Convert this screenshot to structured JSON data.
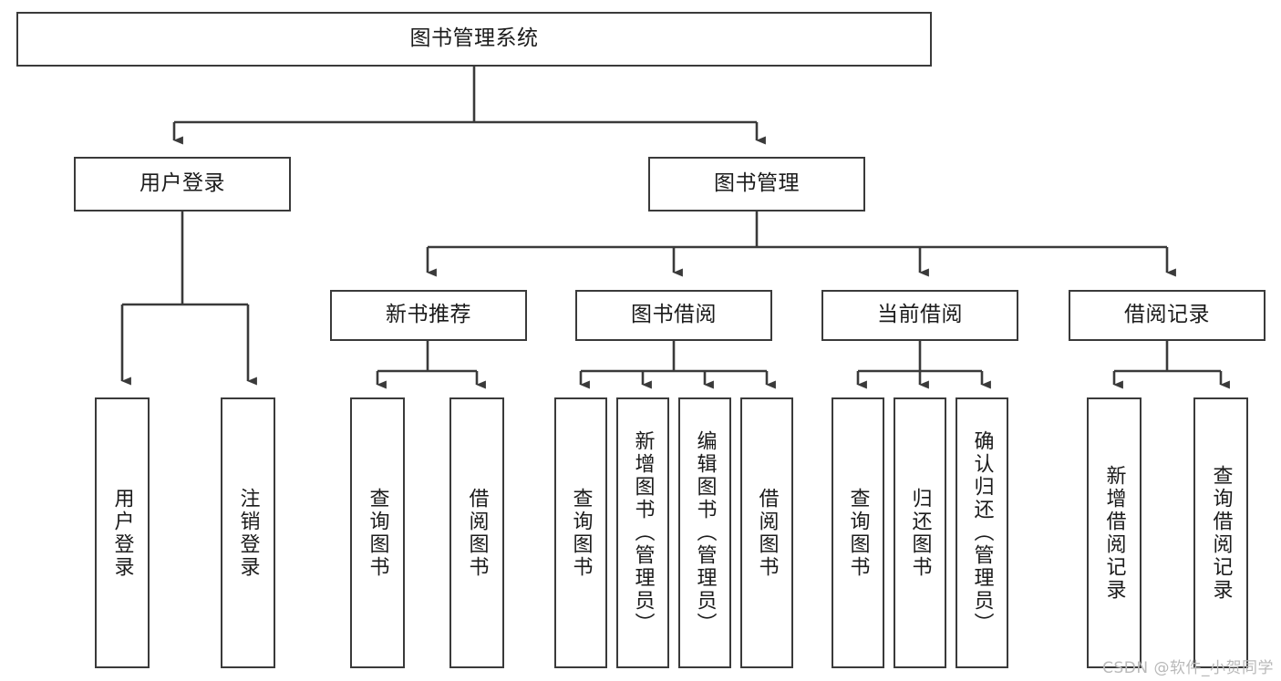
{
  "diagram": {
    "title": "图书管理系统",
    "type": "tree",
    "background": "#ffffff",
    "stroke_color": "#3a3a3a",
    "text_color": "#1b1b1b"
  },
  "nodes": {
    "root": {
      "label": "图书管理系统",
      "level": 0,
      "orientation": "horizontal"
    },
    "level1": [
      {
        "id": "user-login",
        "label": "用户登录",
        "orientation": "horizontal"
      },
      {
        "id": "book-manage",
        "label": "图书管理",
        "orientation": "horizontal"
      }
    ],
    "level2": [
      {
        "id": "new-book-recommend",
        "label": "新书推荐",
        "orientation": "horizontal"
      },
      {
        "id": "book-borrow",
        "label": "图书借阅",
        "orientation": "horizontal"
      },
      {
        "id": "current-borrow",
        "label": "当前借阅",
        "orientation": "horizontal"
      },
      {
        "id": "borrow-record",
        "label": "借阅记录",
        "orientation": "horizontal"
      }
    ],
    "leaves": [
      {
        "id": "leaf-user-login",
        "parent": "user-login",
        "label": "用户登录",
        "orientation": "vertical"
      },
      {
        "id": "leaf-user-logout",
        "parent": "user-login",
        "label": "注销登录",
        "orientation": "vertical"
      },
      {
        "id": "leaf-query-book-1",
        "parent": "new-book-recommend",
        "label": "查询图书",
        "orientation": "vertical"
      },
      {
        "id": "leaf-borrow-book-1",
        "parent": "new-book-recommend",
        "label": "借阅图书",
        "orientation": "vertical"
      },
      {
        "id": "leaf-query-book-2",
        "parent": "book-borrow",
        "label": "查询图书",
        "orientation": "vertical"
      },
      {
        "id": "leaf-add-book",
        "parent": "book-borrow",
        "label": "新增图书（管理员）",
        "orientation": "vertical"
      },
      {
        "id": "leaf-edit-book",
        "parent": "book-borrow",
        "label": "编辑图书（管理员）",
        "orientation": "vertical"
      },
      {
        "id": "leaf-borrow-book-2",
        "parent": "book-borrow",
        "label": "借阅图书",
        "orientation": "vertical"
      },
      {
        "id": "leaf-query-book-3",
        "parent": "current-borrow",
        "label": "查询图书",
        "orientation": "vertical"
      },
      {
        "id": "leaf-return-book",
        "parent": "current-borrow",
        "label": "归还图书",
        "orientation": "vertical"
      },
      {
        "id": "leaf-confirm-return",
        "parent": "current-borrow",
        "label": "确认归还（管理员）",
        "orientation": "vertical"
      },
      {
        "id": "leaf-add-record",
        "parent": "borrow-record",
        "label": "新增借阅记录",
        "orientation": "vertical"
      },
      {
        "id": "leaf-query-record",
        "parent": "borrow-record",
        "label": "查询借阅记录",
        "orientation": "vertical"
      }
    ]
  },
  "watermark": {
    "text": "CSDN @软件_小贺同学"
  }
}
